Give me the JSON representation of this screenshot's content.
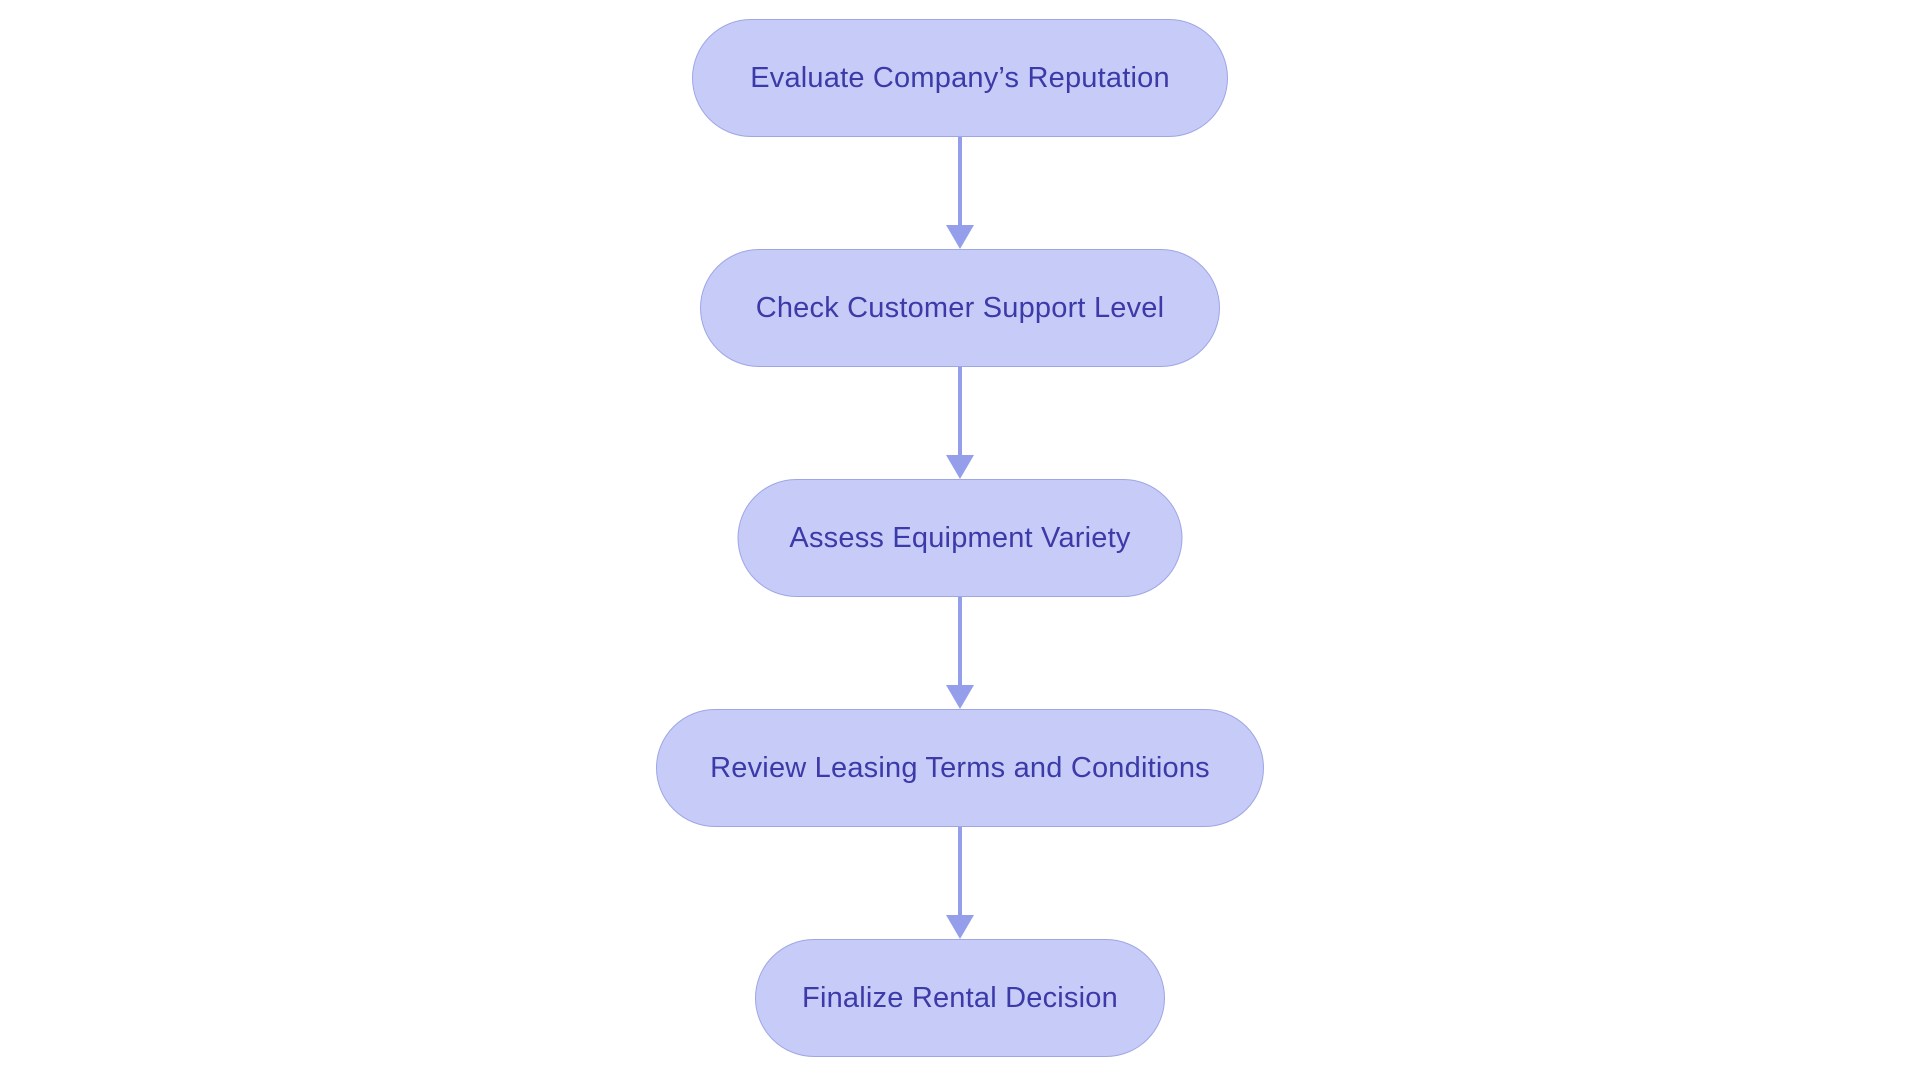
{
  "colors": {
    "background": "#ffffff",
    "node_fill": "#c7cbf7",
    "node_border": "#9fa6e6",
    "node_text": "#3b3aa8",
    "arrow": "#959eeb"
  },
  "flowchart": {
    "type": "flowchart",
    "direction": "top-down",
    "nodes": [
      {
        "id": "n1",
        "shape": "stadium",
        "label": "Evaluate Company’s Reputation"
      },
      {
        "id": "n2",
        "shape": "stadium",
        "label": "Check Customer Support Level"
      },
      {
        "id": "n3",
        "shape": "stadium",
        "label": "Assess Equipment Variety"
      },
      {
        "id": "n4",
        "shape": "stadium",
        "label": "Review Leasing Terms and Conditions"
      },
      {
        "id": "n5",
        "shape": "stadium",
        "label": "Finalize Rental Decision"
      }
    ],
    "edges": [
      {
        "from": "n1",
        "to": "n2",
        "style": "arrow-down"
      },
      {
        "from": "n2",
        "to": "n3",
        "style": "arrow-down"
      },
      {
        "from": "n3",
        "to": "n4",
        "style": "arrow-down"
      },
      {
        "from": "n4",
        "to": "n5",
        "style": "arrow-down"
      }
    ]
  }
}
